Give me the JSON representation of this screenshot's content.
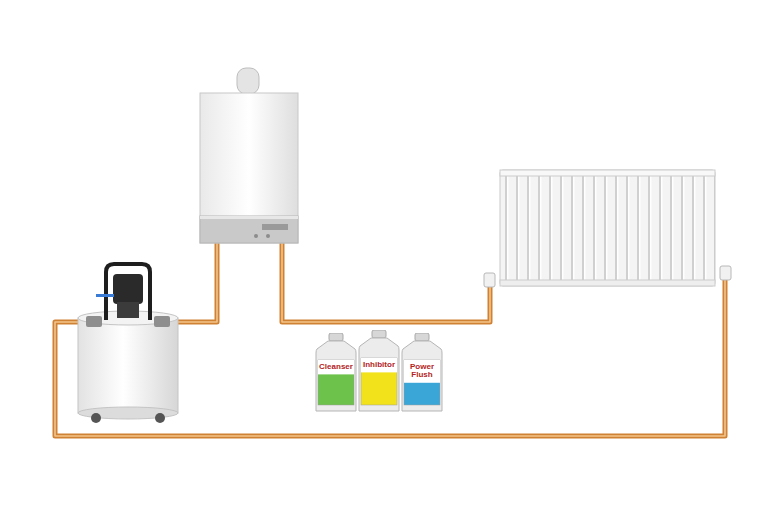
{
  "diagram": {
    "nodes": [
      {
        "text": [
          "Cleanser"
        ]
      },
      {
        "text": [
          "Inhibitor"
        ]
      },
      {
        "text": [
          "Power Flush"
        ]
      }
    ]
  }
}
